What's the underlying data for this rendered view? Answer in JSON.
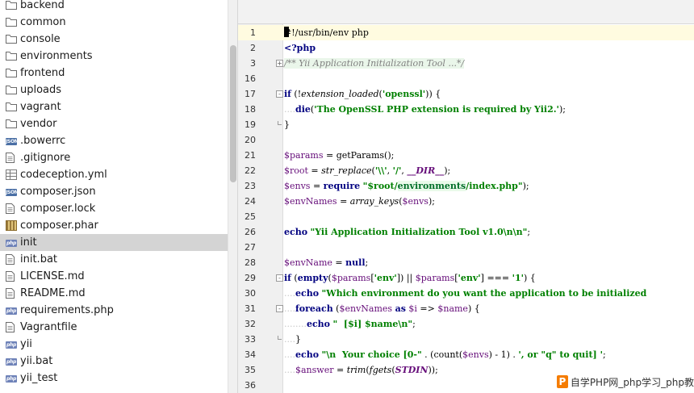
{
  "file_tree": {
    "items": [
      {
        "name": "backend",
        "icon": "folder-icon"
      },
      {
        "name": "common",
        "icon": "folder-icon"
      },
      {
        "name": "console",
        "icon": "folder-icon"
      },
      {
        "name": "environments",
        "icon": "folder-icon"
      },
      {
        "name": "frontend",
        "icon": "folder-icon"
      },
      {
        "name": "uploads",
        "icon": "folder-icon"
      },
      {
        "name": "vagrant",
        "icon": "folder-icon"
      },
      {
        "name": "vendor",
        "icon": "folder-icon"
      },
      {
        "name": ".bowerrc",
        "icon": "json-file-icon",
        "badge": "JSON"
      },
      {
        "name": ".gitignore",
        "icon": "text-file-icon"
      },
      {
        "name": "codeception.yml",
        "icon": "yml-file-icon"
      },
      {
        "name": "composer.json",
        "icon": "json-file-icon",
        "badge": "JSON"
      },
      {
        "name": "composer.lock",
        "icon": "text-file-icon"
      },
      {
        "name": "composer.phar",
        "icon": "phar-file-icon"
      },
      {
        "name": "init",
        "icon": "php-file-icon",
        "badge": "php",
        "selected": true
      },
      {
        "name": "init.bat",
        "icon": "text-file-icon"
      },
      {
        "name": "LICENSE.md",
        "icon": "text-file-icon"
      },
      {
        "name": "README.md",
        "icon": "text-file-icon"
      },
      {
        "name": "requirements.php",
        "icon": "php-file-icon",
        "badge": "php"
      },
      {
        "name": "Vagrantfile",
        "icon": "text-file-icon"
      },
      {
        "name": "yii",
        "icon": "php-file-icon",
        "badge": "php"
      },
      {
        "name": "yii.bat",
        "icon": "php-file-icon",
        "badge": "php"
      },
      {
        "name": "yii_test",
        "icon": "php-file-icon",
        "badge": "php"
      }
    ],
    "selected_color": "#d4d4d4"
  },
  "editor": {
    "current_line_color": "#fffbe0",
    "lines": [
      {
        "n": "1",
        "tokens": [
          [
            "#!/usr/bin/env php",
            ""
          ]
        ],
        "current": true
      },
      {
        "n": "2",
        "tokens": [
          [
            "<?php",
            "kw"
          ]
        ]
      },
      {
        "n": "3",
        "fold": "+",
        "tokens": [
          [
            "/** Yii Application Initialization Tool ...*/",
            "cmt"
          ]
        ]
      },
      {
        "n": "16",
        "tokens": []
      },
      {
        "n": "17",
        "fold": "-",
        "tokens": [
          [
            "if",
            "kw"
          ],
          [
            " (!",
            ""
          ],
          [
            "extension_loaded",
            "fn"
          ],
          [
            "(",
            ""
          ],
          [
            "'openssl'",
            "str"
          ],
          [
            ")) {",
            ""
          ]
        ]
      },
      {
        "n": "18",
        "tokens": [
          [
            "....",
            "ws"
          ],
          [
            "die",
            "kw"
          ],
          [
            "(",
            ""
          ],
          [
            "'The OpenSSL PHP extension is required by Yii2.'",
            "str"
          ],
          [
            ");",
            ""
          ]
        ]
      },
      {
        "n": "19",
        "fold": "end",
        "tokens": [
          [
            "}",
            ""
          ]
        ]
      },
      {
        "n": "20",
        "tokens": []
      },
      {
        "n": "21",
        "tokens": [
          [
            "$params",
            "var"
          ],
          [
            " = getParams();",
            ""
          ]
        ]
      },
      {
        "n": "22",
        "tokens": [
          [
            "$root",
            "var"
          ],
          [
            " = ",
            ""
          ],
          [
            "str_replace",
            "fn"
          ],
          [
            "(",
            ""
          ],
          [
            "'\\\\'",
            "str"
          ],
          [
            ", ",
            ""
          ],
          [
            "'/'",
            "str"
          ],
          [
            ", ",
            ""
          ],
          [
            "__DIR__",
            "cst"
          ],
          [
            ");",
            ""
          ]
        ]
      },
      {
        "n": "23",
        "tokens": [
          [
            "$envs",
            "var"
          ],
          [
            " = ",
            ""
          ],
          [
            "require",
            "kw"
          ],
          [
            " ",
            ""
          ],
          [
            "\"$root/",
            "str"
          ],
          [
            "environments",
            "str2"
          ],
          [
            "/index.php\"",
            "str"
          ],
          [
            ");",
            ""
          ]
        ]
      },
      {
        "n": "24",
        "tokens": [
          [
            "$envNames",
            "var"
          ],
          [
            " = ",
            ""
          ],
          [
            "array_keys",
            "fn"
          ],
          [
            "(",
            ""
          ],
          [
            "$envs",
            "var"
          ],
          [
            ");",
            ""
          ]
        ]
      },
      {
        "n": "25",
        "tokens": []
      },
      {
        "n": "26",
        "tokens": [
          [
            "echo",
            "kw"
          ],
          [
            " ",
            ""
          ],
          [
            "\"Yii Application Initialization Tool v1.0\\n\\n\"",
            "str"
          ],
          [
            ";",
            ""
          ]
        ]
      },
      {
        "n": "27",
        "tokens": []
      },
      {
        "n": "28",
        "tokens": [
          [
            "$envName",
            "var"
          ],
          [
            " = ",
            ""
          ],
          [
            "null",
            "kw"
          ],
          [
            ";",
            ""
          ]
        ]
      },
      {
        "n": "29",
        "fold": "-",
        "tokens": [
          [
            "if",
            "kw"
          ],
          [
            " (",
            ""
          ],
          [
            "empty",
            "kw"
          ],
          [
            "(",
            ""
          ],
          [
            "$params",
            "var"
          ],
          [
            "[",
            ""
          ],
          [
            "'env'",
            "str"
          ],
          [
            "]) || ",
            ""
          ],
          [
            "$params",
            "var"
          ],
          [
            "[",
            ""
          ],
          [
            "'env'",
            "str"
          ],
          [
            "] === ",
            ""
          ],
          [
            "'1'",
            "str"
          ],
          [
            ") {",
            ""
          ]
        ]
      },
      {
        "n": "30",
        "tokens": [
          [
            "....",
            "ws"
          ],
          [
            "echo",
            "kw"
          ],
          [
            " ",
            ""
          ],
          [
            "\"Which environment do you want the application to be initialized",
            "str"
          ]
        ]
      },
      {
        "n": "31",
        "fold": "-",
        "tokens": [
          [
            "....",
            "ws"
          ],
          [
            "foreach",
            "kw"
          ],
          [
            " (",
            ""
          ],
          [
            "$envNames",
            "var"
          ],
          [
            " ",
            ""
          ],
          [
            "as",
            "kw"
          ],
          [
            " ",
            ""
          ],
          [
            "$i",
            "var"
          ],
          [
            " => ",
            ""
          ],
          [
            "$name",
            "var"
          ],
          [
            ") {",
            ""
          ]
        ]
      },
      {
        "n": "32",
        "tokens": [
          [
            "........",
            "ws"
          ],
          [
            "echo",
            "kw"
          ],
          [
            " ",
            ""
          ],
          [
            "\"  [$i] $name\\n\"",
            "str"
          ],
          [
            ";",
            ""
          ]
        ]
      },
      {
        "n": "33",
        "fold": "end",
        "tokens": [
          [
            "....",
            "ws"
          ],
          [
            "}",
            ""
          ]
        ]
      },
      {
        "n": "34",
        "tokens": [
          [
            "....",
            "ws"
          ],
          [
            "echo",
            "kw"
          ],
          [
            " ",
            ""
          ],
          [
            "\"\\n  Your choice [0-\"",
            "str"
          ],
          [
            " . (count(",
            ""
          ],
          [
            "$envs",
            "var"
          ],
          [
            ") - 1) . ",
            ""
          ],
          [
            "'",
            "str"
          ],
          [
            ", or \"q\" to quit] '",
            "str"
          ],
          [
            ";",
            ""
          ]
        ]
      },
      {
        "n": "35",
        "tokens": [
          [
            "....",
            "ws"
          ],
          [
            "$answer",
            "var"
          ],
          [
            " = ",
            ""
          ],
          [
            "trim",
            "fn"
          ],
          [
            "(",
            ""
          ],
          [
            "fgets",
            "fn"
          ],
          [
            "(",
            ""
          ],
          [
            "STDIN",
            "cst"
          ],
          [
            "));",
            ""
          ]
        ]
      },
      {
        "n": "36",
        "tokens": []
      }
    ]
  },
  "watermark": {
    "logo": "P",
    "text": "自学PHP网_php学习_php教"
  }
}
